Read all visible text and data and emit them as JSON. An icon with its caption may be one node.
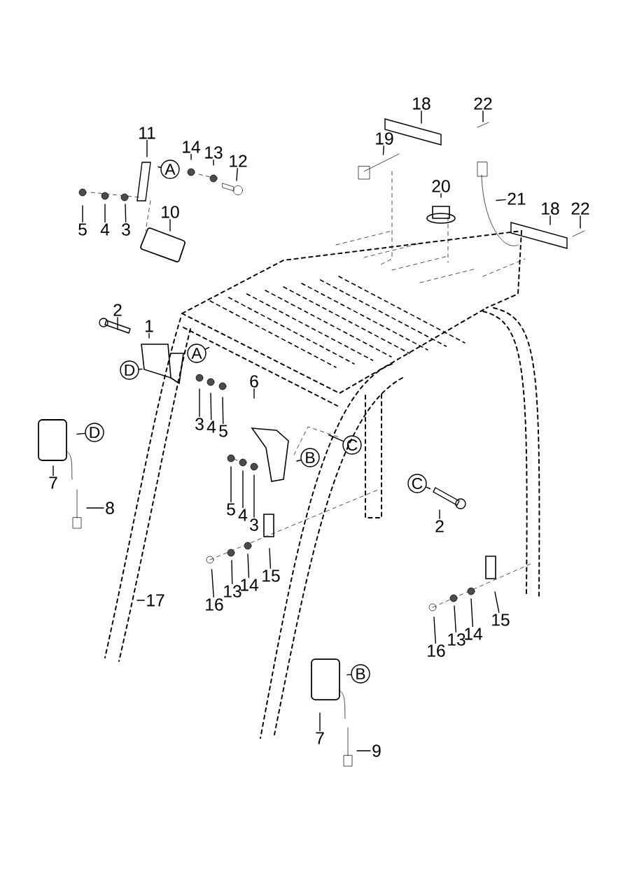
{
  "diagram": {
    "nodes": [
      {
        "text": [
          "11"
        ]
      },
      {
        "text": [
          "A"
        ]
      },
      {
        "text": [
          "14"
        ]
      },
      {
        "text": [
          "13"
        ]
      },
      {
        "text": [
          "12"
        ]
      },
      {
        "text": [
          "5"
        ]
      },
      {
        "text": [
          "4"
        ]
      },
      {
        "text": [
          "3"
        ]
      },
      {
        "text": [
          "10"
        ]
      },
      {
        "text": [
          "18"
        ]
      },
      {
        "text": [
          "22"
        ]
      },
      {
        "text": [
          "19"
        ]
      },
      {
        "text": [
          "20"
        ]
      },
      {
        "text": [
          "21"
        ]
      },
      {
        "text": [
          "18"
        ]
      },
      {
        "text": [
          "22"
        ]
      },
      {
        "text": [
          "2"
        ]
      },
      {
        "text": [
          "1"
        ]
      },
      {
        "text": [
          "A"
        ]
      },
      {
        "text": [
          "D"
        ]
      },
      {
        "text": [
          "3"
        ]
      },
      {
        "text": [
          "4"
        ]
      },
      {
        "text": [
          "5"
        ]
      },
      {
        "text": [
          "6"
        ]
      },
      {
        "text": [
          "C"
        ]
      },
      {
        "text": [
          "D"
        ]
      },
      {
        "text": [
          "5"
        ]
      },
      {
        "text": [
          "4"
        ]
      },
      {
        "text": [
          "3"
        ]
      },
      {
        "text": [
          "B"
        ]
      },
      {
        "text": [
          "7"
        ]
      },
      {
        "text": [
          "8"
        ]
      },
      {
        "text": [
          "C"
        ]
      },
      {
        "text": [
          "2"
        ]
      },
      {
        "text": [
          "16"
        ]
      },
      {
        "text": [
          "13"
        ]
      },
      {
        "text": [
          "14"
        ]
      },
      {
        "text": [
          "15"
        ]
      },
      {
        "text": [
          "17"
        ]
      },
      {
        "text": [
          "15"
        ]
      },
      {
        "text": [
          "16"
        ]
      },
      {
        "text": [
          "13"
        ]
      },
      {
        "text": [
          "14"
        ]
      },
      {
        "text": [
          "B"
        ]
      },
      {
        "text": [
          "7"
        ]
      },
      {
        "text": [
          "9"
        ]
      }
    ],
    "edges": [
      {
        "from": 0,
        "to": null,
        "arrow": "none"
      },
      {
        "from": 1,
        "to": null,
        "arrow": "none"
      },
      {
        "from": 2,
        "to": null,
        "arrow": "none"
      },
      {
        "from": 3,
        "to": null,
        "arrow": "none"
      },
      {
        "from": 4,
        "to": null,
        "arrow": "none"
      },
      {
        "from": 5,
        "to": null,
        "arrow": "none"
      },
      {
        "from": 6,
        "to": null,
        "arrow": "none"
      },
      {
        "from": 7,
        "to": null,
        "arrow": "none"
      },
      {
        "from": 8,
        "to": null,
        "arrow": "none"
      },
      {
        "from": 9,
        "to": null,
        "arrow": "none"
      },
      {
        "from": 10,
        "to": null,
        "arrow": "none"
      },
      {
        "from": 11,
        "to": null,
        "arrow": "none"
      },
      {
        "from": 12,
        "to": null,
        "arrow": "none"
      },
      {
        "from": 13,
        "to": null,
        "arrow": "none"
      },
      {
        "from": 14,
        "to": null,
        "arrow": "none"
      },
      {
        "from": 15,
        "to": null,
        "arrow": "none"
      },
      {
        "from": 16,
        "to": null,
        "arrow": "none"
      },
      {
        "from": 17,
        "to": null,
        "arrow": "none"
      },
      {
        "from": 18,
        "to": null,
        "arrow": "none"
      },
      {
        "from": 19,
        "to": null,
        "arrow": "none"
      },
      {
        "from": 20,
        "to": null,
        "arrow": "none"
      },
      {
        "from": 21,
        "to": null,
        "arrow": "none"
      },
      {
        "from": 22,
        "to": null,
        "arrow": "none"
      },
      {
        "from": 23,
        "to": null,
        "arrow": "none"
      },
      {
        "from": 24,
        "to": null,
        "arrow": "none"
      },
      {
        "from": 25,
        "to": null,
        "arrow": "none"
      },
      {
        "from": 26,
        "to": null,
        "arrow": "none"
      },
      {
        "from": 27,
        "to": null,
        "arrow": "none"
      },
      {
        "from": 28,
        "to": null,
        "arrow": "none"
      },
      {
        "from": 29,
        "to": null,
        "arrow": "none"
      },
      {
        "from": 30,
        "to": null,
        "arrow": "none"
      },
      {
        "from": 31,
        "to": null,
        "arrow": "none"
      },
      {
        "from": 32,
        "to": null,
        "arrow": "none"
      },
      {
        "from": 33,
        "to": null,
        "arrow": "none"
      },
      {
        "from": 34,
        "to": null,
        "arrow": "none"
      },
      {
        "from": 35,
        "to": null,
        "arrow": "none"
      },
      {
        "from": 36,
        "to": null,
        "arrow": "none"
      },
      {
        "from": 37,
        "to": null,
        "arrow": "none"
      },
      {
        "from": 38,
        "to": null,
        "arrow": "none"
      },
      {
        "from": 39,
        "to": null,
        "arrow": "none"
      },
      {
        "from": 40,
        "to": null,
        "arrow": "none"
      },
      {
        "from": 41,
        "to": null,
        "arrow": "none"
      },
      {
        "from": 42,
        "to": null,
        "arrow": "none"
      },
      {
        "from": 43,
        "to": null,
        "arrow": "none"
      },
      {
        "from": 44,
        "to": null,
        "arrow": "none"
      },
      {
        "from": 45,
        "to": null,
        "arrow": "none"
      }
    ]
  }
}
